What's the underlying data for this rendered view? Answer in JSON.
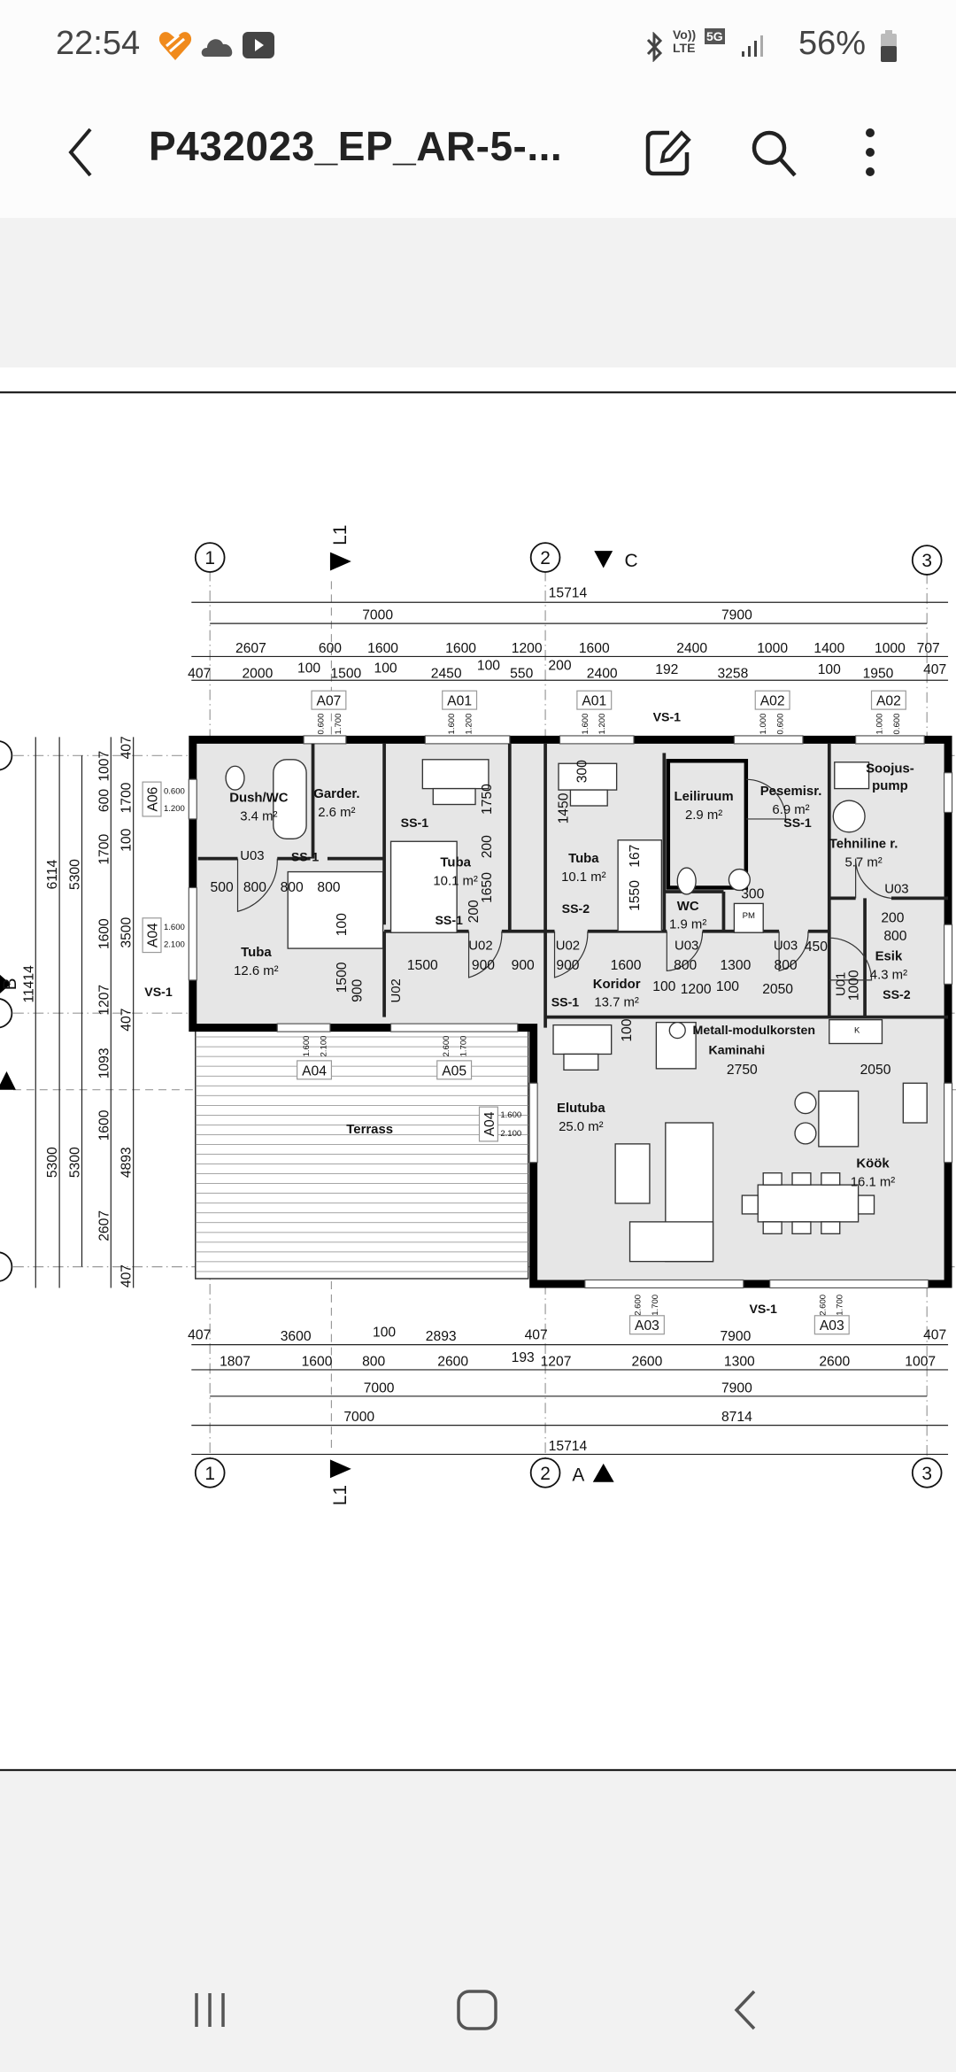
{
  "status_bar": {
    "time": "22:54",
    "network_volte": "Vo)) LTE",
    "network_5g": "5G",
    "battery": "56%"
  },
  "app_bar": {
    "title": "P432023_EP_AR-5-..."
  },
  "icons": [
    "back-icon",
    "edit-icon",
    "search-icon",
    "more-icon",
    "recents-icon",
    "home-icon",
    "nav-back-icon"
  ],
  "plan": {
    "grid": [
      "1",
      "2",
      "3",
      "1",
      "2",
      "3",
      "C",
      "B",
      "A"
    ],
    "sections": [
      "L1",
      "L1",
      "C",
      "A",
      "B"
    ],
    "dims_top": [
      "15714",
      "7000",
      "7900",
      "2607",
      "600",
      "1600",
      "1600",
      "1200",
      "1600",
      "2400",
      "1000",
      "1400",
      "1000",
      "707",
      "407",
      "2000",
      "100",
      "1500",
      "100",
      "2450",
      "100",
      "550",
      "200",
      "2400",
      "192",
      "3258",
      "100",
      "1950",
      "407"
    ],
    "dims_bottom": [
      "407",
      "3600",
      "100",
      "2893",
      "407",
      "7900",
      "407",
      "1807",
      "1600",
      "800",
      "2600",
      "193",
      "1207",
      "2600",
      "1300",
      "2600",
      "1007",
      "7000",
      "7900",
      "7000",
      "8714",
      "15714"
    ],
    "dims_left": [
      "11414",
      "6114",
      "5300",
      "5300",
      "5300",
      "1007",
      "600",
      "1700",
      "1600",
      "1207",
      "1093",
      "1600",
      "2607",
      "407",
      "1700",
      "100",
      "3500",
      "407",
      "4893",
      "407"
    ],
    "dims_inner": [
      "500",
      "800",
      "800",
      "800",
      "1750",
      "200",
      "1650",
      "200",
      "100",
      "1500",
      "900",
      "1500",
      "900",
      "900",
      "1450",
      "300",
      "167",
      "1550",
      "300",
      "900",
      "1600",
      "800",
      "1300",
      "800",
      "450",
      "200",
      "800",
      "100",
      "1200",
      "100",
      "2050",
      "100",
      "2750",
      "2050",
      "1000"
    ],
    "doors": [
      "U03",
      "U02",
      "U02",
      "U03",
      "U03",
      "U03",
      "U02",
      "U01"
    ],
    "labels": [
      "SS-1",
      "SS-1",
      "SS-1",
      "SS-2",
      "SS-1",
      "SS-1",
      "SS-2",
      "VS-1",
      "VS-1",
      "VS-1",
      "Metall-modulkorsten",
      "Kaminahi",
      "PM",
      "K"
    ],
    "window_tags": [
      "A07",
      "A01",
      "A01",
      "A02",
      "A02",
      "A06",
      "A04",
      "A04",
      "A05",
      "A04",
      "A03",
      "A03"
    ],
    "window_heights": [
      "0.600",
      "1.700",
      "1.600",
      "1.200",
      "1.600",
      "1.200",
      "1.000",
      "0.600",
      "1.000",
      "0.600",
      "0.600",
      "1.200",
      "1.600",
      "2.100",
      "1.600",
      "2.100",
      "2.600",
      "1.700",
      "1.600",
      "2.100",
      "2.600",
      "1.700",
      "2.600",
      "1.700"
    ],
    "rooms": [
      {
        "name": "Dush/WC",
        "area": "3.4 m²"
      },
      {
        "name": "Garder.",
        "area": "2.6 m²"
      },
      {
        "name": "Tuba",
        "area": "10.1 m²"
      },
      {
        "name": "Tuba",
        "area": "10.1 m²"
      },
      {
        "name": "Tuba",
        "area": "12.6 m²"
      },
      {
        "name": "Leiliruum",
        "area": "2.9 m²"
      },
      {
        "name": "Pesemisr.",
        "area": "6.9 m²"
      },
      {
        "name": "Tehniline r.",
        "area": "5.7 m²"
      },
      {
        "name": "WC",
        "area": "1.9 m²"
      },
      {
        "name": "Koridor",
        "area": "13.7 m²"
      },
      {
        "name": "Esik",
        "area": "4.3 m²"
      },
      {
        "name": "Elutuba",
        "area": "25.0 m²"
      },
      {
        "name": "Köök",
        "area": "16.1 m²"
      },
      {
        "name": "Soojus-",
        "area": "pump"
      },
      {
        "name": "Terrass",
        "area": ""
      }
    ]
  }
}
